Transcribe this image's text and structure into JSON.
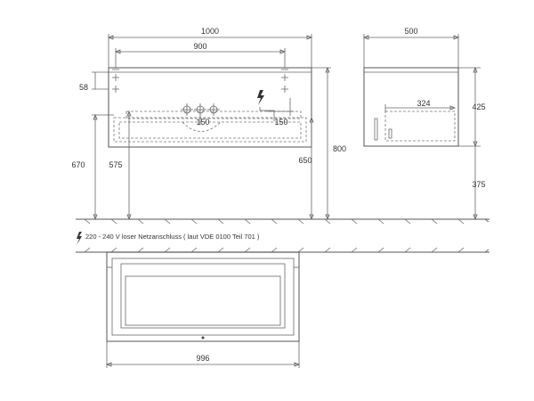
{
  "dimensions": {
    "front": {
      "overall_width": "1000",
      "inner_width": "900",
      "top_offset": "58",
      "siphon_height": "670",
      "drain_height": "575",
      "socket_height": "650",
      "total_height": "800",
      "tap_distance_left": "150",
      "tap_distance_right": "150"
    },
    "side": {
      "depth": "500",
      "drawer_depth": "324",
      "cabinet_height": "425",
      "floor_clearance": "375"
    },
    "top_view": {
      "width": "996"
    }
  },
  "electrical_note": "220 - 240 V loser Netzanschluss ( laut VDE 0100 Teil 701 )",
  "icons": {
    "electrical": "lightning-bolt-icon"
  }
}
